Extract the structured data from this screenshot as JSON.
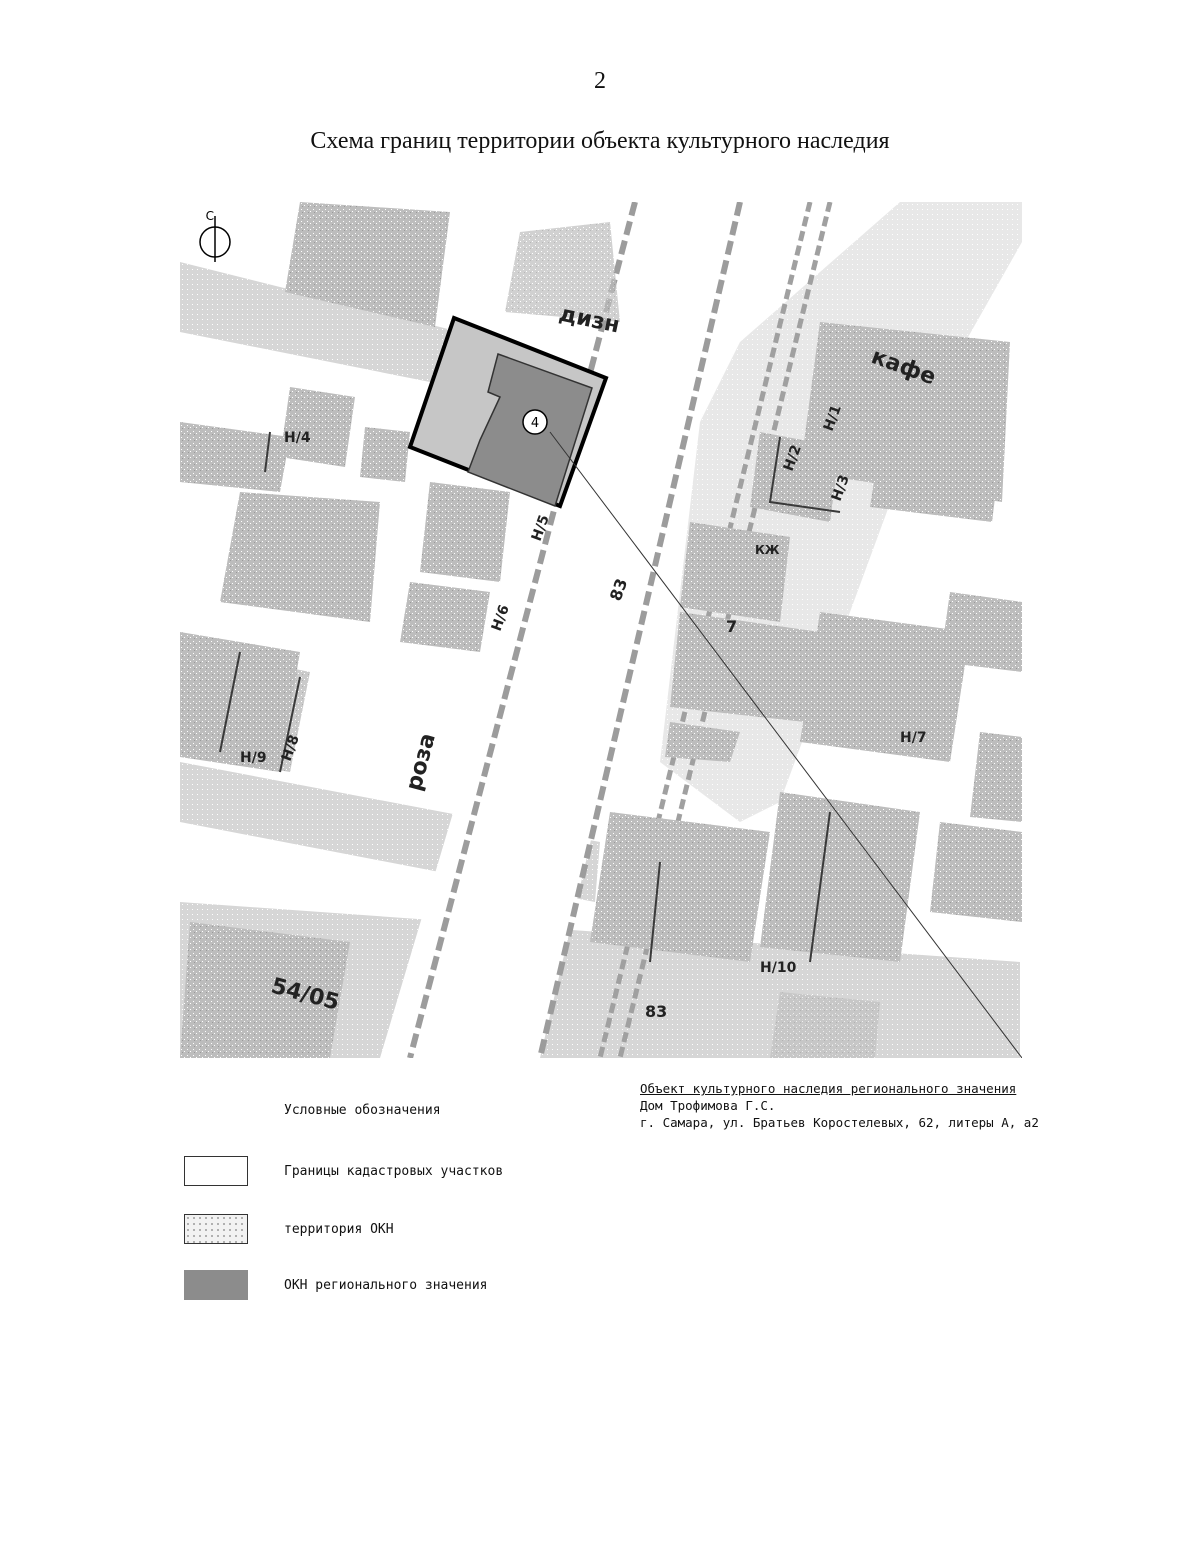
{
  "page": {
    "number": "2",
    "title": "Схема границ территории объекта культурного наследия"
  },
  "map": {
    "compass_label": "С",
    "object_marker": "4",
    "labels": [
      {
        "text": "дизн"
      },
      {
        "text": "кафе"
      },
      {
        "text": "Н/4"
      },
      {
        "text": "Н/1"
      },
      {
        "text": "Н/2"
      },
      {
        "text": "Н/3"
      },
      {
        "text": "КЖ"
      },
      {
        "text": "Н/5"
      },
      {
        "text": "Н/6"
      },
      {
        "text": "роза"
      },
      {
        "text": "83"
      },
      {
        "text": "7"
      },
      {
        "text": "Н/7"
      },
      {
        "text": "Н/8"
      },
      {
        "text": "Н/9"
      },
      {
        "text": "54/05"
      },
      {
        "text": "83"
      },
      {
        "text": "Н/10"
      }
    ],
    "colors": {
      "okn_regional": "#8c8c8c",
      "okn_territory": "#c4c4c4",
      "buildings": "#bdbdbd",
      "streets": "#d0d0d0",
      "boundary": "#000000"
    }
  },
  "callout": {
    "heading": "Объект культурного наследия регионального значения",
    "name": "Дом Трофимова Г.С.",
    "address": "г. Самара, ул. Братьев Коростелевых, 62, литеры А, а2"
  },
  "legend": {
    "heading": "Условные обозначения",
    "items": [
      {
        "label": "Границы кадастровых участков",
        "swatch": "cadastral"
      },
      {
        "label": "территория ОКН",
        "swatch": "territory"
      },
      {
        "label": "ОКН регионального значения",
        "swatch": "regional"
      }
    ]
  }
}
